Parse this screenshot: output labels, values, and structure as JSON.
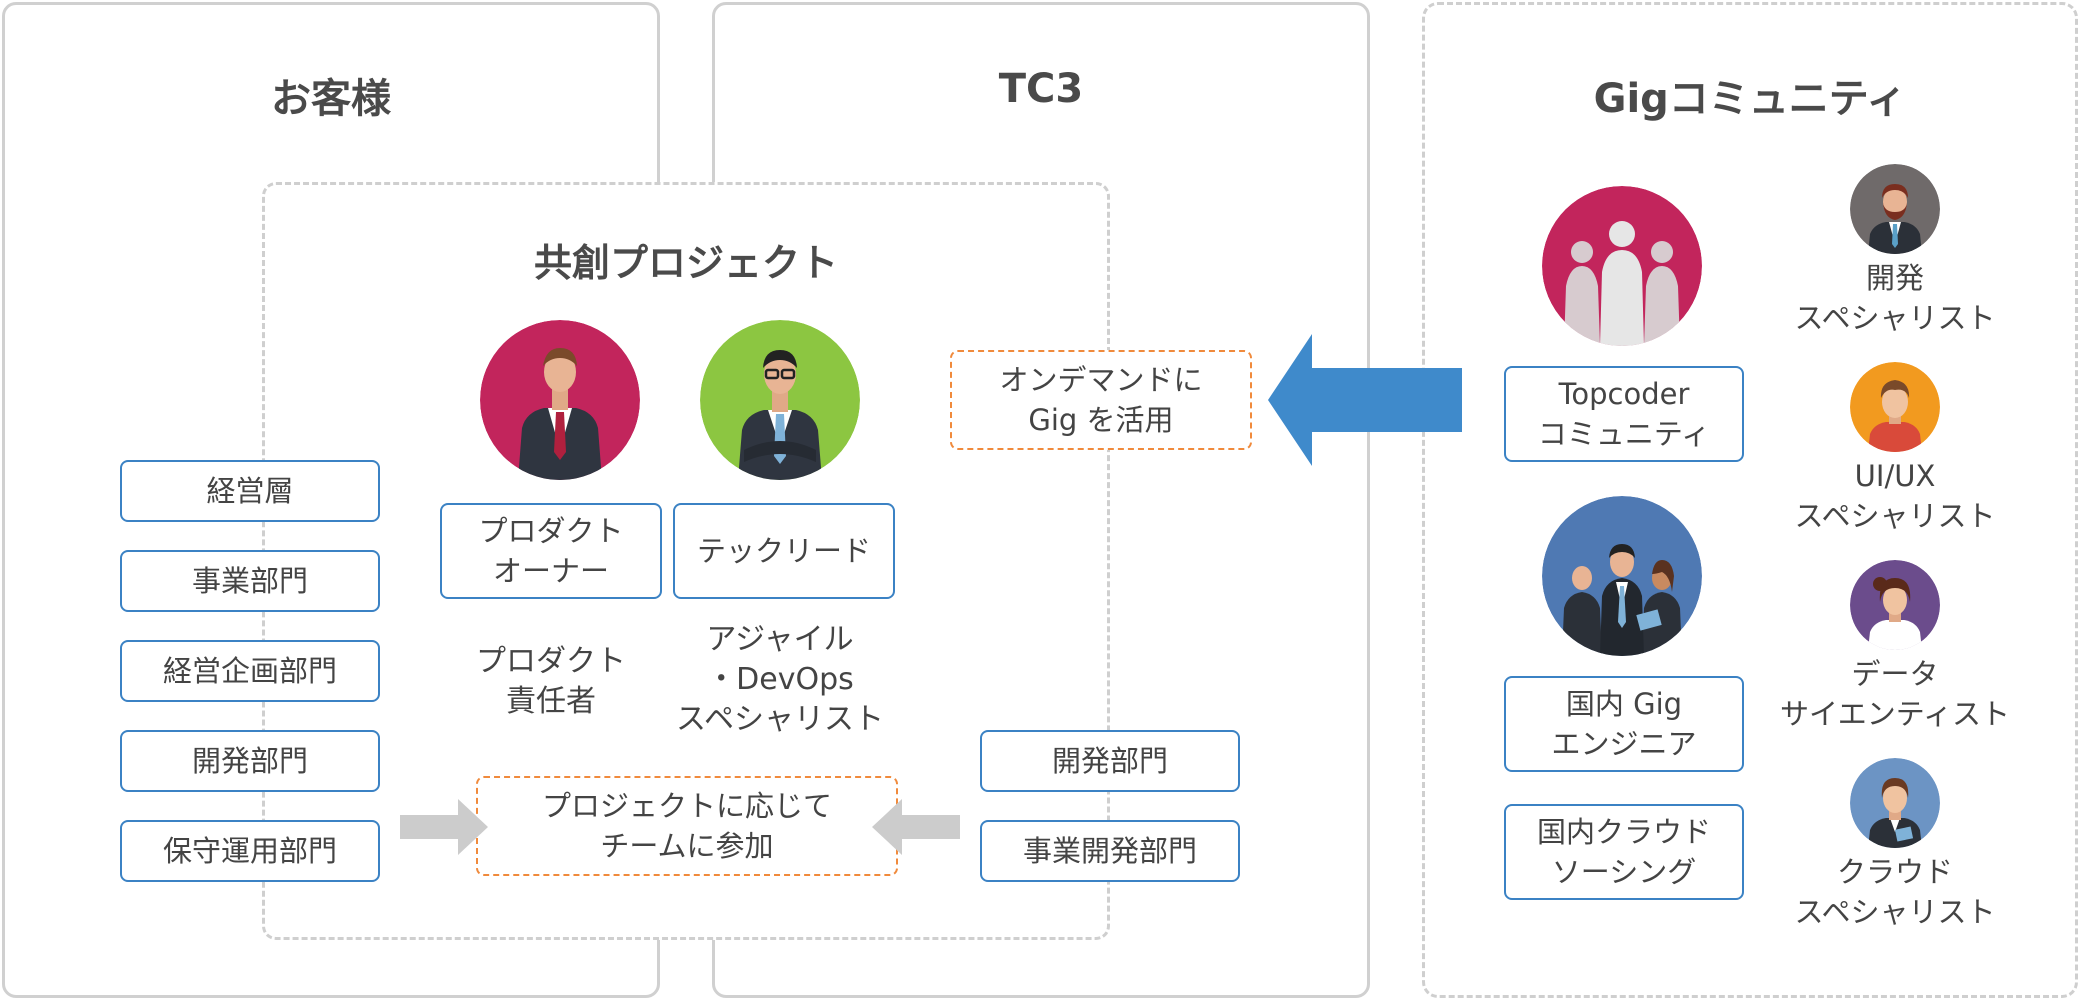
{
  "columns": {
    "customer": {
      "title": "お客様"
    },
    "tc3": {
      "title": "TC3"
    },
    "gig": {
      "title": "Gigコミュニティ"
    }
  },
  "project": {
    "title": "共創プロジェクト",
    "product_owner_label": "プロダクト\nオーナー",
    "tech_lead_label": "テックリード",
    "product_owner_desc": "プロダクト\n責任者",
    "tech_lead_desc": "アジャイル\n・DevOps\nスペシャリスト",
    "join_note": "プロジェクトに応じて\nチームに参加"
  },
  "customer_departments": [
    "経営層",
    "事業部門",
    "経営企画部門",
    "開発部門",
    "保守運用部門"
  ],
  "tc3_departments": [
    "開発部門",
    "事業開発部門"
  ],
  "on_demand_note": "オンデマンドに\nGig を活用",
  "gig_sources": {
    "topcoder": "Topcoder\nコミュニティ",
    "domestic_engineers": "国内 Gig\nエンジニア",
    "crowdsourcing": "国内クラウド\nソーシング"
  },
  "specialists": [
    {
      "label": "開発\nスペシャリスト",
      "icon": "developer-avatar-icon"
    },
    {
      "label": "UI/UX\nスペシャリスト",
      "icon": "designer-avatar-icon"
    },
    {
      "label": "データ\nサイエンティスト",
      "icon": "data-scientist-avatar-icon"
    },
    {
      "label": "クラウド\nスペシャリスト",
      "icon": "cloud-specialist-avatar-icon"
    }
  ],
  "colors": {
    "box_border": "#3b82c4",
    "dashed_note_border": "#f08a3c",
    "big_arrow": "#3f8acb",
    "small_arrow": "#cccccc",
    "topcoder_circle": "#c2255c",
    "owner_circle": "#c2255c",
    "tech_lead_circle": "#8cc641",
    "engineers_circle": "#4f79b3"
  }
}
